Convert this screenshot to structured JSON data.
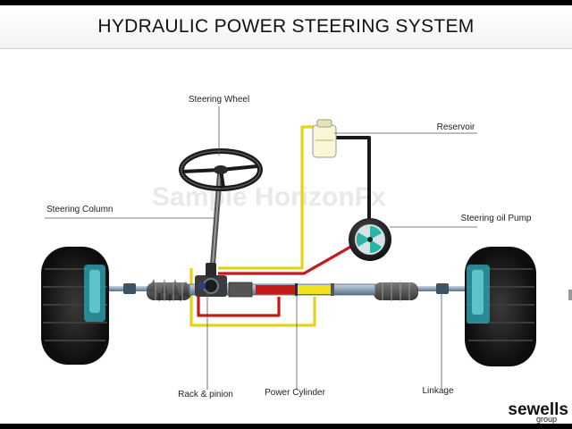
{
  "diagram": {
    "title": "HYDRAULIC POWER STEERING SYSTEM",
    "watermark": "Sample HorizonFx",
    "labels": {
      "steering_wheel": "Steering Wheel",
      "reservoir": "Reservoir",
      "steering_column": "Steering Column",
      "steering_oil_pump": "Steering oil Pump",
      "rack_and_pinion": "Rack & pinion",
      "power_cylinder": "Power Cylinder",
      "linkage": "Linkage"
    },
    "logo": {
      "name": "sewells",
      "sub": "group"
    }
  },
  "colors": {
    "high_pressure_line": "#c41a1a",
    "return_line": "#e6d21a",
    "supply_line": "#1a1a1a",
    "pump_impeller": "#2ab5a8",
    "tire": "#141414"
  }
}
